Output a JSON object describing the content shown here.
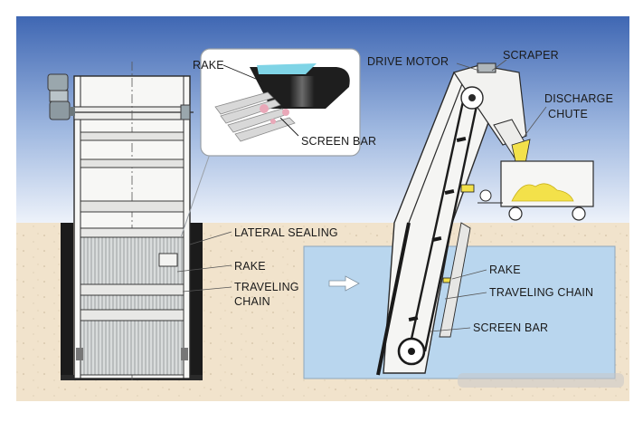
{
  "labels": {
    "rake_inset": "RAKE",
    "screen_bar_inset": "SCREEN BAR",
    "lateral_sealing": "LATERAL SEALING",
    "rake_front": "RAKE",
    "traveling_chain_front_1": "TRAVELING",
    "traveling_chain_front_2": "CHAIN",
    "drive_motor": "DRIVE MOTOR",
    "scraper": "SCRAPER",
    "discharge_chute_1": "DISCHARGE",
    "discharge_chute_2": "CHUTE",
    "rake_side": "RAKE",
    "traveling_chain_side": "TRAVELING CHAIN",
    "screen_bar_side": "SCREEN BAR"
  },
  "colors": {
    "sky_top": "#3f67b3",
    "sky_bottom": "#e9f0fa",
    "soil": "#f1e3cc",
    "water": "#b9d6ee",
    "metal": "#f6f6f4",
    "outline": "#2a2a2a",
    "accent_yellow": "#f3e14a"
  }
}
